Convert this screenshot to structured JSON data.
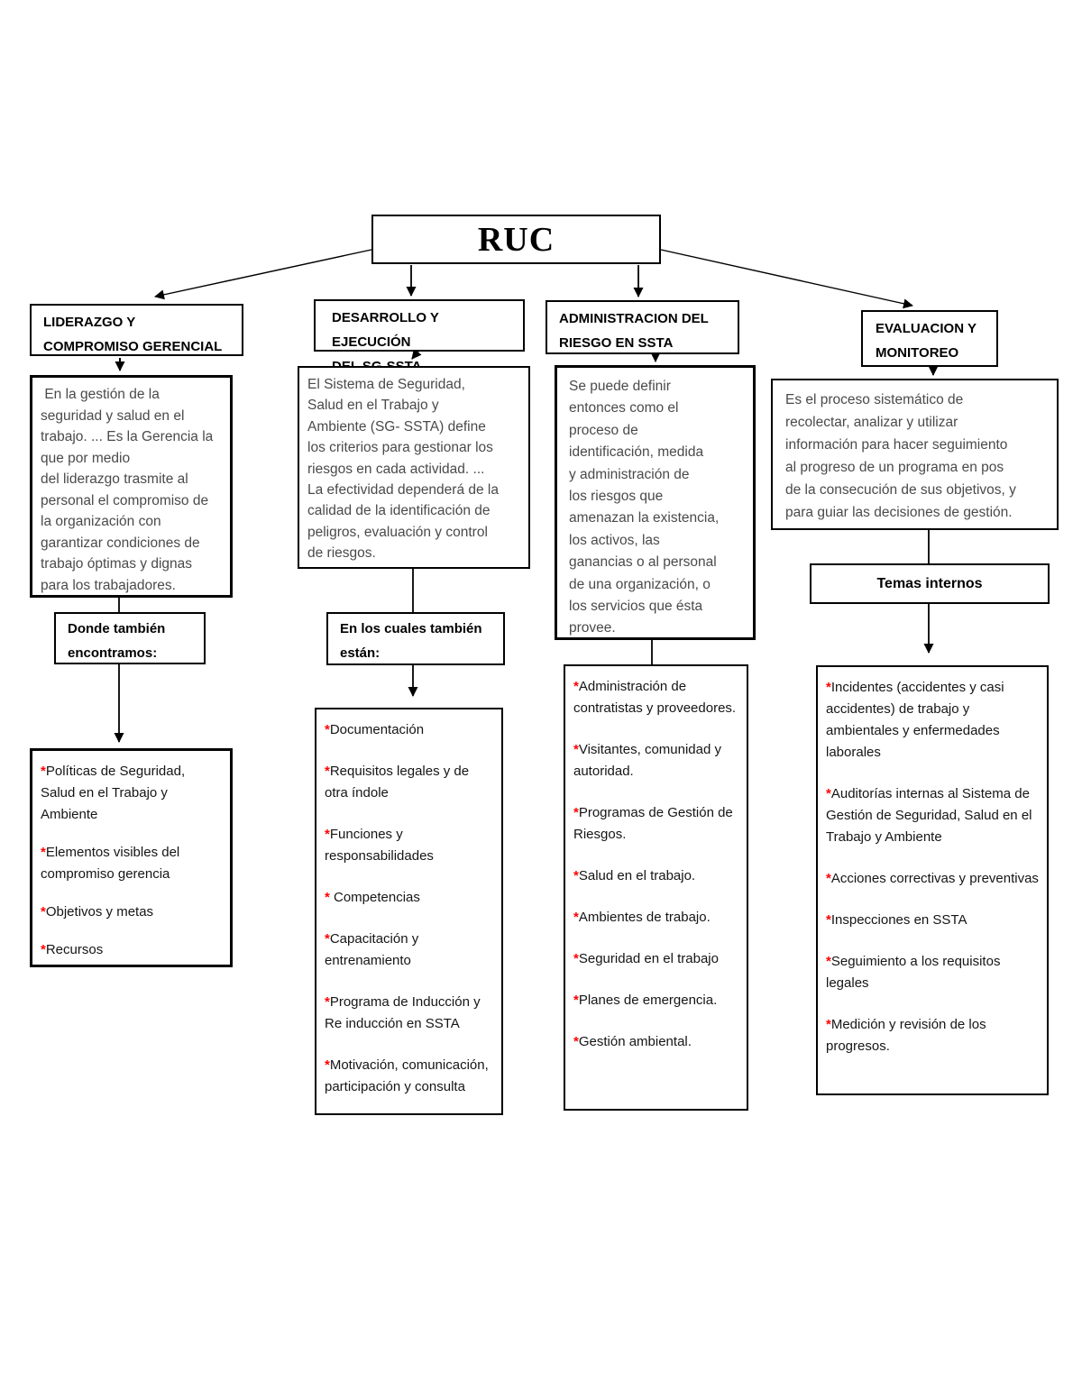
{
  "marker": "*",
  "colors": {
    "asterisk": "#ff0000",
    "line": "#000000",
    "border": "#000000",
    "description_text": "#4a4a4a",
    "heading_text": "#000000",
    "background": "#ffffff"
  },
  "root": {
    "label": "RUC"
  },
  "branches": [
    {
      "header": "LIDERAZGO Y\nCOMPROMISO GERENCIAL",
      "description": " En la gestión de la\nseguridad y salud en el\ntrabajo. ... Es la Gerencia la\nque por medio\ndel liderazgo trasmite al\npersonal el compromiso de\nla organización con\ngarantizar condiciones de\ntrabajo óptimas y dignas\npara los trabajadores.",
      "link_label": "Donde también\nencontramos:",
      "items": [
        "Políticas de Seguridad, Salud en el Trabajo y Ambiente",
        "Elementos visibles del compromiso gerencia",
        "Objetivos y metas",
        "Recursos"
      ]
    },
    {
      "header": "DESARROLLO Y EJECUCIÓN\nDEL SG-SSTA",
      "description": "El Sistema de Seguridad,\nSalud en el Trabajo y\nAmbiente (SG- SSTA) define\nlos criterios para gestionar los\nriesgos en cada actividad. ...\nLa efectividad dependerá de la\ncalidad de la identificación de\npeligros, evaluación y control\nde riesgos.",
      "link_label": "En los cuales también\nestán:",
      "items": [
        "Documentación",
        "Requisitos legales y de otra índole",
        "Funciones y responsabilidades",
        " Competencias",
        "Capacitación y entrenamiento",
        "Programa de Inducción y Re inducción en SSTA",
        "Motivación, comunicación, participación y consulta"
      ]
    },
    {
      "header": "ADMINISTRACION DEL\nRIESGO EN SSTA",
      "description": "Se puede definir\nentonces como el\nproceso de\nidentificación, medida\ny administración de\nlos riesgos que\namenazan la existencia,\nlos activos, las\nganancias o al personal\nde una organización, o\nlos servicios que ésta\nprovee.",
      "items": [
        "Administración de contratistas y proveedores.",
        "Visitantes, comunidad y autoridad.",
        "Programas de Gestión de Riesgos.",
        "Salud en el trabajo.",
        "Ambientes de trabajo.",
        "Seguridad en el trabajo",
        "Planes de emergencia.",
        "Gestión ambiental."
      ]
    },
    {
      "header": "EVALUACION Y\nMONITOREO",
      "description": "Es el proceso sistemático de\nrecolectar, analizar y utilizar\ninformación para hacer seguimiento\nal progreso de un programa en pos\nde la consecución de sus objetivos, y\npara guiar las decisiones de gestión.",
      "link_label": "Temas internos",
      "items": [
        "Incidentes (accidentes y casi accidentes) de trabajo y ambientales y enfermedades laborales",
        "Auditorías internas al Sistema de Gestión de Seguridad, Salud en el Trabajo y Ambiente",
        "Acciones correctivas y preventivas",
        "Inspecciones en SSTA",
        "Seguimiento a los requisitos legales",
        "Medición y revisión de los progresos."
      ]
    }
  ]
}
